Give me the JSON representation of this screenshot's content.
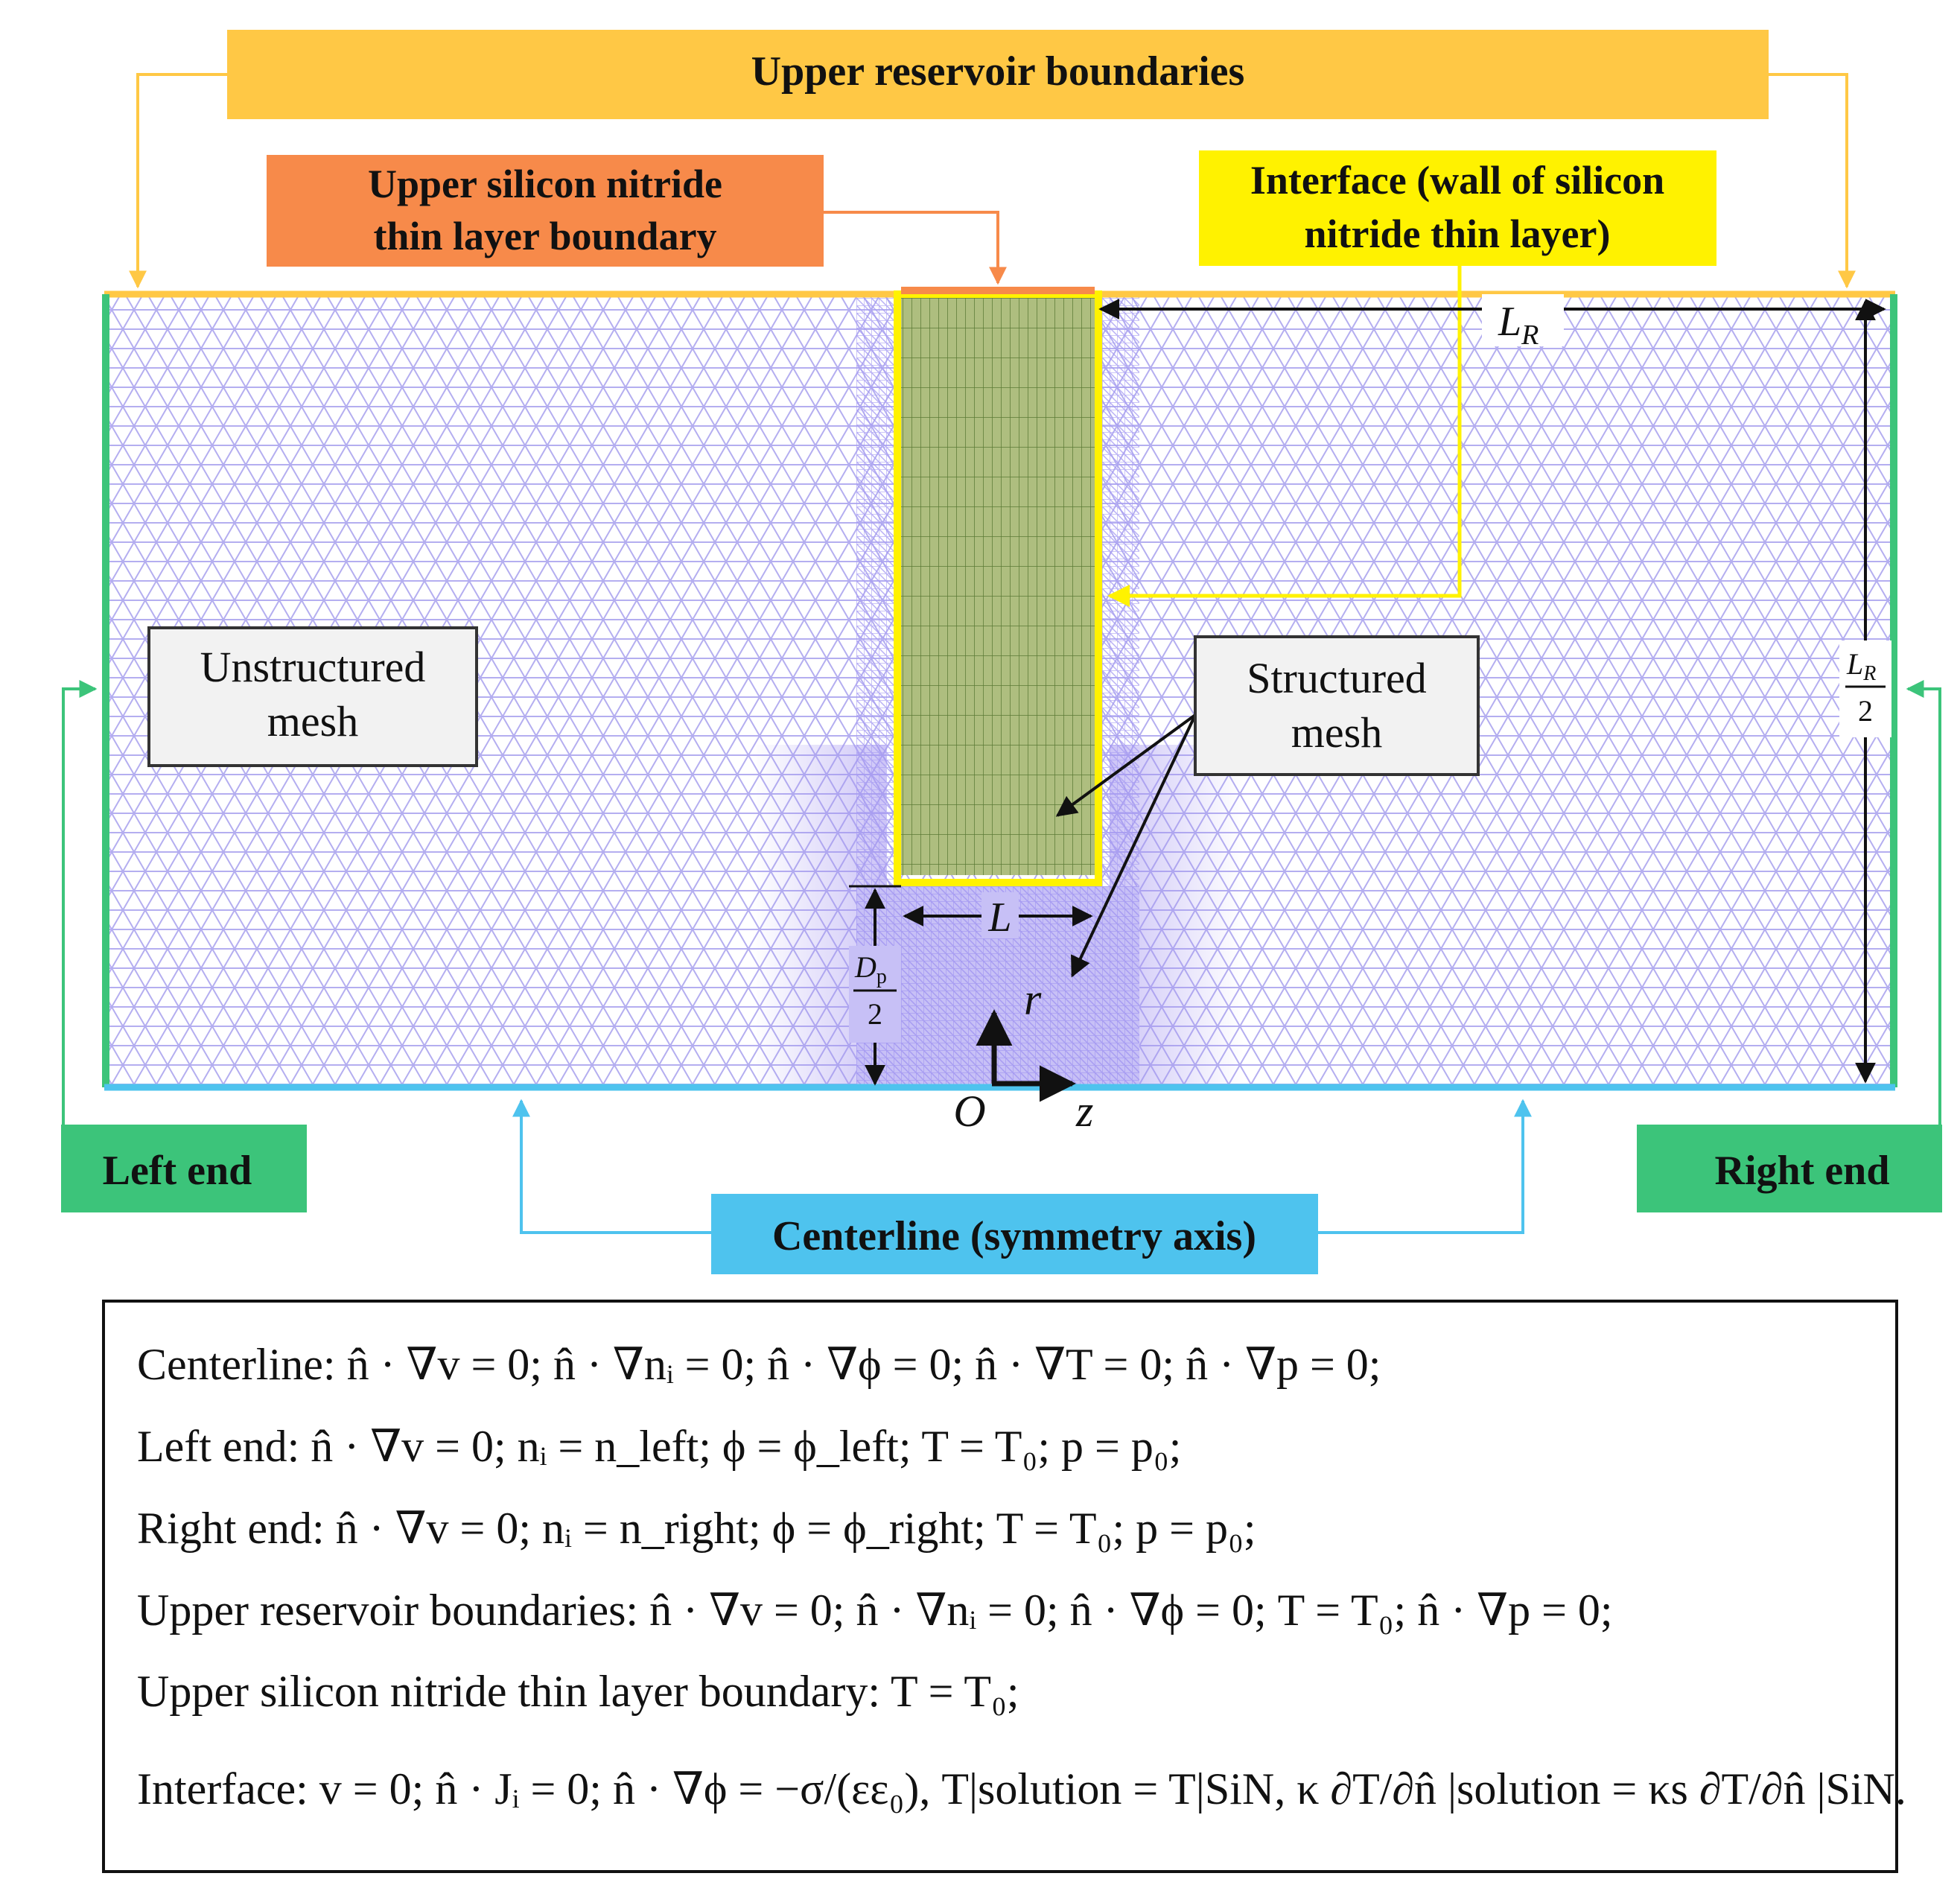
{
  "labels": {
    "upper_reservoir": "Upper reservoir boundaries",
    "upper_sin_line1": "Upper silicon nitride",
    "upper_sin_line2": "thin layer boundary",
    "interface_line1": "Interface (wall of silicon",
    "interface_line2": "nitride thin layer)",
    "unstructured_line1": "Unstructured",
    "unstructured_line2": "mesh",
    "structured_line1": "Structured",
    "structured_line2": "mesh",
    "left_end": "Left end",
    "right_end": "Right end",
    "centerline": "Centerline (symmetry axis)"
  },
  "dimensions": {
    "LR": "L",
    "LR_sub": "R",
    "LR_half_num": "L",
    "LR_half_num_sub": "R",
    "LR_half_den": "2",
    "L": "L",
    "Dp_num": "D",
    "Dp_num_sub": "p",
    "Dp_den": "2"
  },
  "axes": {
    "r": "r",
    "z": "z",
    "origin": "O"
  },
  "equations": [
    "Centerline: n̂ · ∇v = 0; n̂ · ∇nᵢ = 0; n̂ · ∇ϕ = 0; n̂ · ∇T = 0; n̂ · ∇p = 0;",
    "Left end: n̂ · ∇v = 0; nᵢ = n_left; ϕ = ϕ_left; T = T₀; p = p₀;",
    "Right end: n̂ · ∇v = 0; nᵢ = n_right; ϕ = ϕ_right; T = T₀; p = p₀;",
    "Upper reservoir boundaries: n̂ · ∇v = 0; n̂ · ∇nᵢ = 0; n̂ · ∇ϕ = 0; T = T₀; n̂ · ∇p = 0;",
    "Upper silicon nitride thin layer boundary: T = T₀;",
    "Interface: v = 0; n̂ · Jᵢ = 0; n̂ · ∇ϕ = −σ/(εε₀), T|solution = T|SiN, κ ∂T/∂n̂ |solution = κs ∂T/∂n̂ |SiN."
  ],
  "colors": {
    "reservoir": "#FFC845",
    "sin_boundary": "#F78A4A",
    "interface": "#FFF200",
    "ends": "#3CC47A",
    "centerline": "#4EC3EE",
    "mesh": "#B4AEF0",
    "structured_pore": "#AEBE7F"
  }
}
